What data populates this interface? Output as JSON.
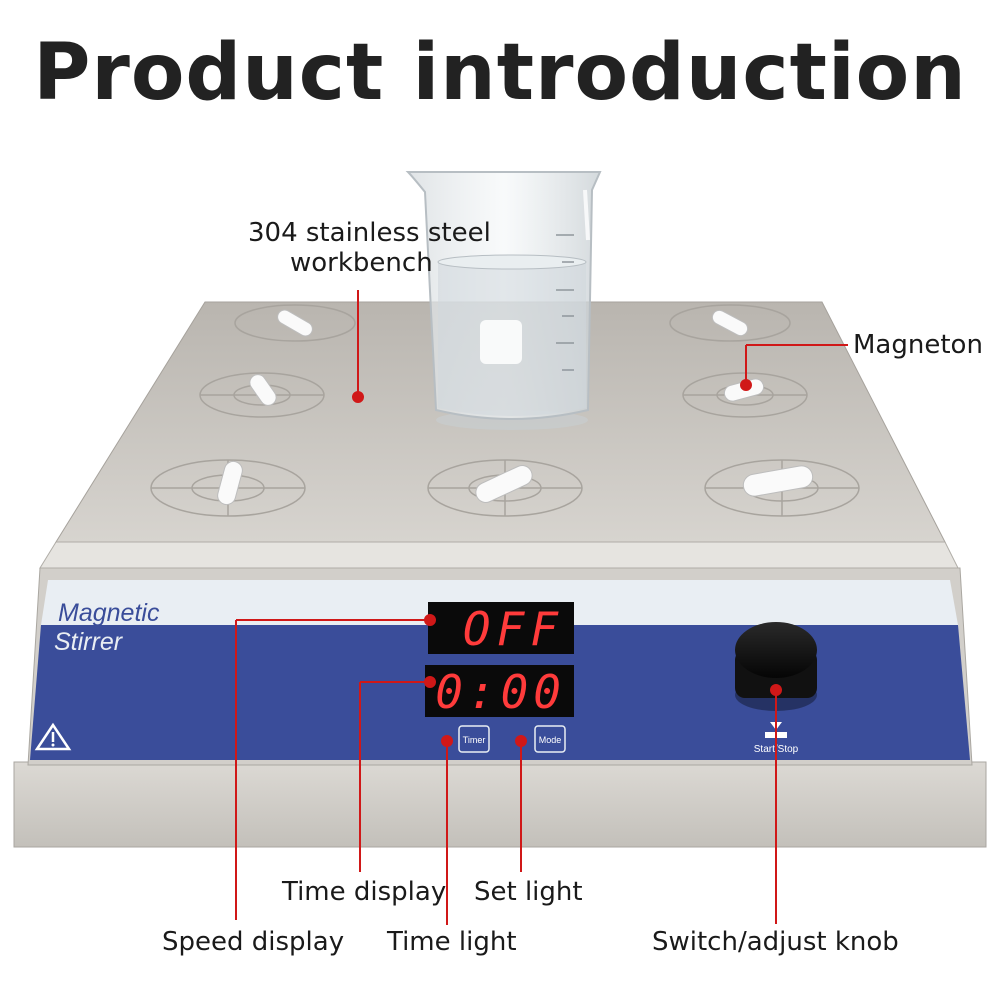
{
  "title": "Product introduction",
  "device": {
    "brand_line1": "Magnetic",
    "brand_line2": "Stirrer",
    "speed_readout": "OFF",
    "time_readout": "0:00",
    "timer_button": "Timer",
    "mode_button": "Mode",
    "knob_label": "Start/Stop"
  },
  "callouts": {
    "workbench_line1": "304 stainless steel",
    "workbench_line2": "workbench",
    "magneton": "Magneton",
    "time_display": "Time display",
    "set_light": "Set light",
    "speed_display": "Speed display",
    "time_light": "Time light",
    "knob": "Switch/adjust knob"
  },
  "colors": {
    "callout_line": "#d01818",
    "panel_blue": "#3a4d9a",
    "led_segment": "#ff3b3b",
    "steel": "#c9c6c1"
  }
}
